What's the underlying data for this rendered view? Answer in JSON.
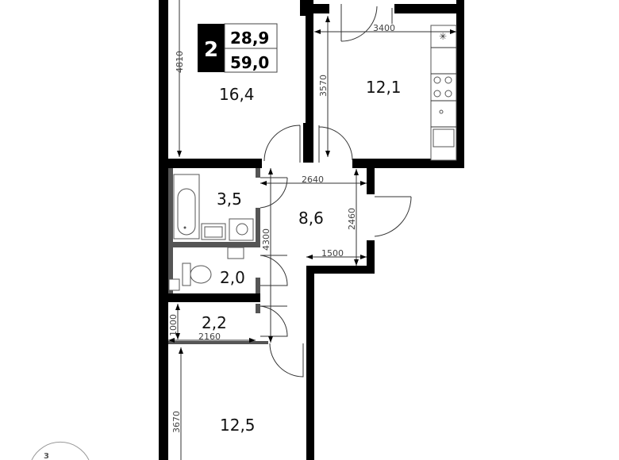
{
  "badge": {
    "rooms": "2",
    "living_area": "28,9",
    "total_area": "59,0"
  },
  "rooms": [
    {
      "name": "living-room-1",
      "area": "16,4"
    },
    {
      "name": "kitchen",
      "area": "12,1"
    },
    {
      "name": "bathroom",
      "area": "3,5"
    },
    {
      "name": "hallway",
      "area": "8,6"
    },
    {
      "name": "toilet",
      "area": "2,0"
    },
    {
      "name": "storage",
      "area": "2,2"
    },
    {
      "name": "living-room-2",
      "area": "12,5"
    }
  ],
  "dimensions": {
    "living1_height": "4810",
    "kitchen_width": "3400",
    "kitchen_height": "3570",
    "hall_width": "2640",
    "hall_height": "2460",
    "hall_nook_width": "1500",
    "corridor_length": "4300",
    "storage_height": "1000",
    "storage_width": "2160",
    "living2_height": "3670"
  },
  "floor_indicator": {
    "number": "3"
  },
  "colors": {
    "wall": "#000000",
    "partition": "#555555",
    "background": "#ffffff"
  }
}
